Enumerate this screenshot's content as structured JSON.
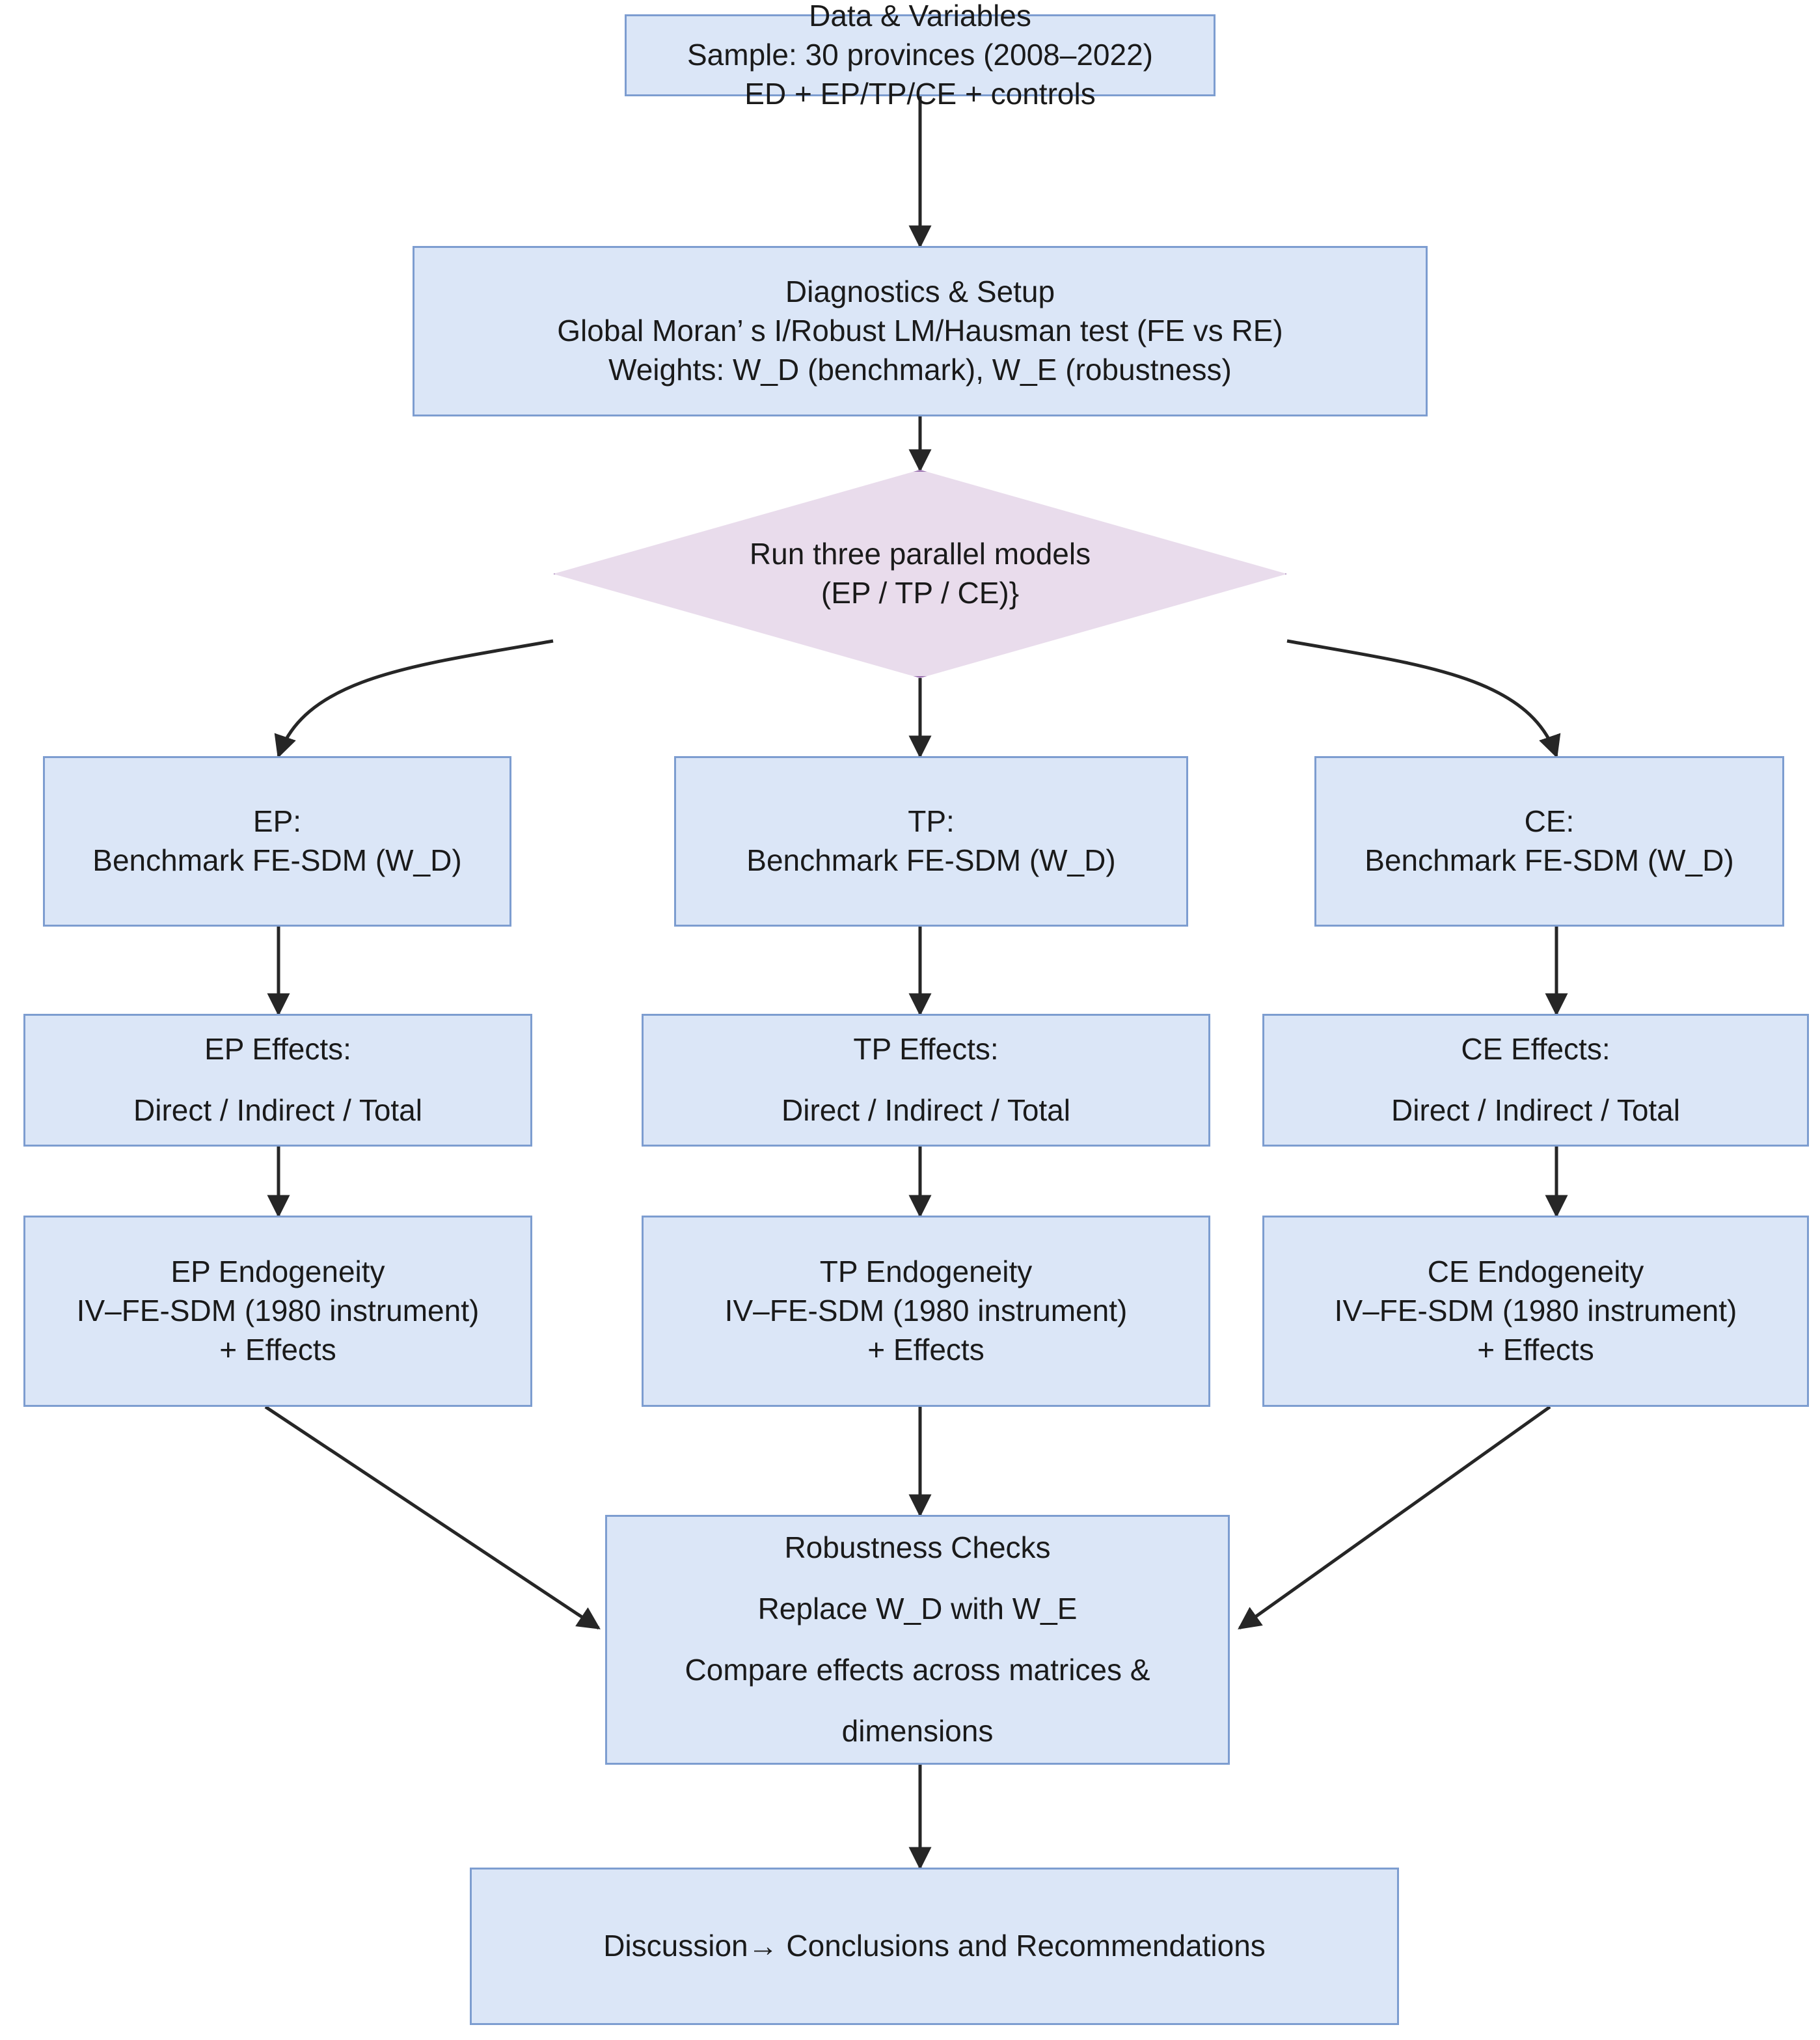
{
  "diagram": {
    "title": "Empirical research design flowchart",
    "colors": {
      "process_fill": "#dbe6f7",
      "process_border": "#7d9dd0",
      "decision_fill": "#e9dcec",
      "decision_border": "#9a72af",
      "edge": "#262626",
      "text": "#1a1a1a",
      "background": "#ffffff"
    },
    "nodes": {
      "data_variables": {
        "shape": "process",
        "lines": [
          "Data & Variables",
          "Sample: 30 provinces (2008–2022)",
          "ED + EP/TP/CE + controls"
        ]
      },
      "diagnostics_setup": {
        "shape": "process",
        "lines": [
          "Diagnostics & Setup",
          "Global Moran’ s I/Robust LM/Hausman test (FE vs RE)",
          "Weights: W_D (benchmark), W_E (robustness)"
        ]
      },
      "run_models": {
        "shape": "decision",
        "lines": [
          "Run three parallel models",
          "(EP / TP / CE)}"
        ]
      },
      "ep_benchmark": {
        "shape": "process",
        "lines": [
          "EP:",
          "Benchmark FE-SDM (W_D)"
        ]
      },
      "tp_benchmark": {
        "shape": "process",
        "lines": [
          "TP:",
          "Benchmark FE-SDM (W_D)"
        ]
      },
      "ce_benchmark": {
        "shape": "process",
        "lines": [
          "CE:",
          "Benchmark FE-SDM (W_D)"
        ]
      },
      "ep_effects": {
        "shape": "process",
        "lines": [
          "EP Effects:",
          "Direct / Indirect / Total"
        ]
      },
      "tp_effects": {
        "shape": "process",
        "lines": [
          "TP Effects:",
          "Direct / Indirect / Total"
        ]
      },
      "ce_effects": {
        "shape": "process",
        "lines": [
          "CE Effects:",
          "Direct / Indirect / Total"
        ]
      },
      "ep_endogeneity": {
        "shape": "process",
        "lines": [
          "EP Endogeneity",
          "IV–FE-SDM (1980 instrument)",
          "+ Effects"
        ]
      },
      "tp_endogeneity": {
        "shape": "process",
        "lines": [
          "TP Endogeneity",
          "IV–FE-SDM (1980 instrument)",
          "+ Effects"
        ]
      },
      "ce_endogeneity": {
        "shape": "process",
        "lines": [
          "CE Endogeneity",
          "IV–FE-SDM (1980 instrument)",
          "+ Effects"
        ]
      },
      "robustness_checks": {
        "shape": "process",
        "lines": [
          "Robustness Checks",
          "Replace W_D with W_E",
          "Compare effects across matrices &",
          "dimensions"
        ]
      },
      "conclusions": {
        "shape": "process",
        "lines": [
          "Discussion→ Conclusions and Recommendations"
        ]
      }
    },
    "edges": [
      {
        "from": "data_variables",
        "to": "diagnostics_setup",
        "style": "straight-down"
      },
      {
        "from": "diagnostics_setup",
        "to": "run_models",
        "style": "straight-down"
      },
      {
        "from": "run_models",
        "to": "ep_benchmark",
        "style": "curved-left"
      },
      {
        "from": "run_models",
        "to": "tp_benchmark",
        "style": "straight-down"
      },
      {
        "from": "run_models",
        "to": "ce_benchmark",
        "style": "curved-right"
      },
      {
        "from": "ep_benchmark",
        "to": "ep_effects",
        "style": "straight-down"
      },
      {
        "from": "tp_benchmark",
        "to": "tp_effects",
        "style": "straight-down"
      },
      {
        "from": "ce_benchmark",
        "to": "ce_effects",
        "style": "straight-down"
      },
      {
        "from": "ep_effects",
        "to": "ep_endogeneity",
        "style": "straight-down"
      },
      {
        "from": "tp_effects",
        "to": "tp_endogeneity",
        "style": "straight-down"
      },
      {
        "from": "ce_effects",
        "to": "ce_endogeneity",
        "style": "straight-down"
      },
      {
        "from": "ep_endogeneity",
        "to": "robustness_checks",
        "style": "diagonal-right-down"
      },
      {
        "from": "tp_endogeneity",
        "to": "robustness_checks",
        "style": "straight-down"
      },
      {
        "from": "ce_endogeneity",
        "to": "robustness_checks",
        "style": "diagonal-left-down"
      },
      {
        "from": "robustness_checks",
        "to": "conclusions",
        "style": "straight-down"
      }
    ]
  }
}
